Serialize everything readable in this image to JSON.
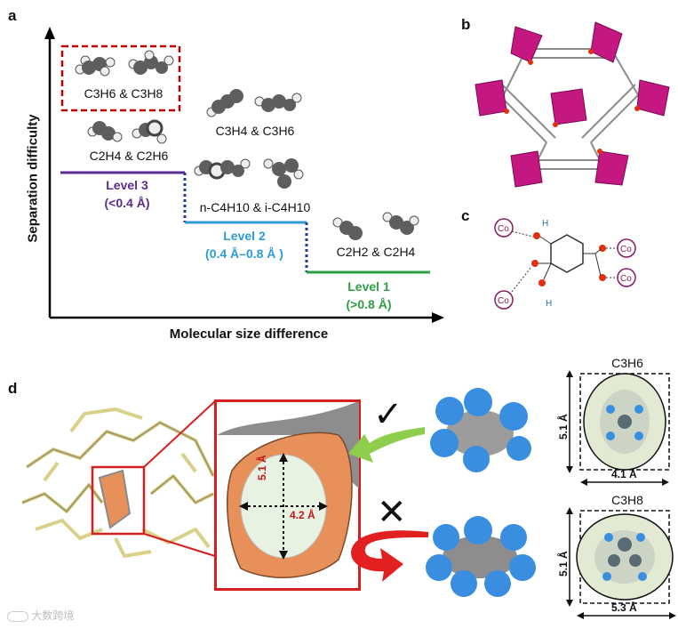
{
  "panels": {
    "a": "a",
    "b": "b",
    "c": "c",
    "d": "d"
  },
  "panel_a": {
    "y_axis": "Separation difficulty",
    "x_axis": "Molecular size difference",
    "pairs": {
      "c3h6_c3h8": "C3H6 & C3H8",
      "c2h4_c2h6": "C2H4 & C2H6",
      "c3h4_c3h6": "C3H4 & C3H6",
      "c4h10": "n-C4H10 & i-C4H10",
      "c2h2_c2h4": "C2H2 & C2H4"
    },
    "levels": [
      {
        "name": "Level 3",
        "range": "(<0.4 Å)",
        "color": "#5b2c91"
      },
      {
        "name": "Level 2",
        "range": "(0.4 Å–0.8 Å )",
        "color": "#2f9bd6"
      },
      {
        "name": "Level 1",
        "range": "(>0.8 Å)",
        "color": "#2e9f43"
      }
    ],
    "highlight_color": "#c00000"
  },
  "panel_c": {
    "metal": "Co",
    "hydrogen": "H"
  },
  "panel_d": {
    "pore_height": "5.1 Å",
    "pore_width": "4.2 Å",
    "accept_mark": "✓",
    "reject_mark": "✕",
    "c3h6_label": "C3H6",
    "c3h6_height": "5.1 Å",
    "c3h6_width": "4.1 Å",
    "c3h8_label": "C3H8",
    "c3h8_height": "5.1 Å",
    "c3h8_width": "5.3 Å"
  },
  "watermark": "大数跨境",
  "colors": {
    "cobalt": "#c41781",
    "pore": "#e8905a",
    "carbon": "#6b6b6b",
    "hydrogen": "#3a8ee0"
  }
}
